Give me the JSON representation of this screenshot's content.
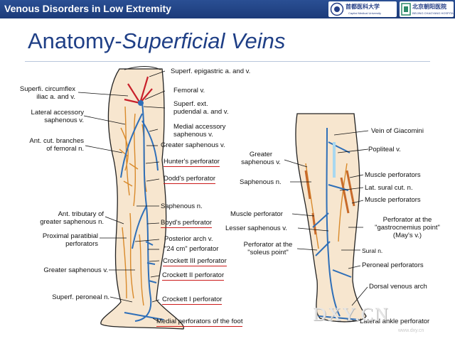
{
  "header": {
    "title": "Venous Disorders in Low Extremity",
    "logo1_text": "首都医科大学",
    "logo1_sub": "Capital Medical University",
    "logo2_text": "北京朝阳医院",
    "logo2_sub": "BEIJING CHAOYANG HOSPITAL"
  },
  "slide": {
    "title_plain": "Anatomy-",
    "title_italic": "Superficial Veins"
  },
  "left_figure": {
    "labels_left": [
      "Superfi. circumflex\niliac a. and v.",
      "Lateral accessory\nsaphenous v.",
      "Ant. cut. branches\nof femoral n.",
      "Ant. tributary of\ngreater saphenous n.",
      "Proximal paratibial\nperforators",
      "Greater saphenous v.",
      "Superf. peroneal n."
    ],
    "labels_right": [
      "Superf. epigastric a. and v.",
      "Femoral v.",
      "Superf. ext.\npudendal a. and v.",
      "Medial accessory\nsaphenous v.",
      "Greater saphenous v.",
      "Hunter's perforator",
      "Dodd's perforator",
      "Saphenous n.",
      "Boyd's perforator",
      "Posterior arch v.",
      "\"24 cm\" perforator",
      "Crockett III perforator",
      "Crockett II perforator",
      "Crockett I perforator",
      "Medial perforators of the foot"
    ]
  },
  "right_figure": {
    "labels_left": [
      "Greater\nsaphenous v.",
      "Saphenous n.",
      "Muscle perforator",
      "Lesser saphenous v.",
      "Perforator at the\n\"soleus point\""
    ],
    "labels_right": [
      "Vein of Giacomini",
      "Popliteal v.",
      "Muscle perforators",
      "Lat. sural cut. n.",
      "Muscle perforators",
      "Perforator at the\n\"gastrocnemius point\"\n(May's v.)",
      "Sural n.",
      "Peroneal perforators",
      "Dorsal venous arch",
      "Lateral ankle perforator"
    ]
  },
  "watermark": "DXY.CN",
  "watermark_sub": "www.dxy.cn",
  "colors": {
    "banner": "#1c3b79",
    "title": "#1f3f86",
    "vein": "#2f6fb8",
    "nerve": "#d98a2b",
    "artery": "#c8202a",
    "skin": "#f7e6cf",
    "underline": "#cc1a1a"
  }
}
